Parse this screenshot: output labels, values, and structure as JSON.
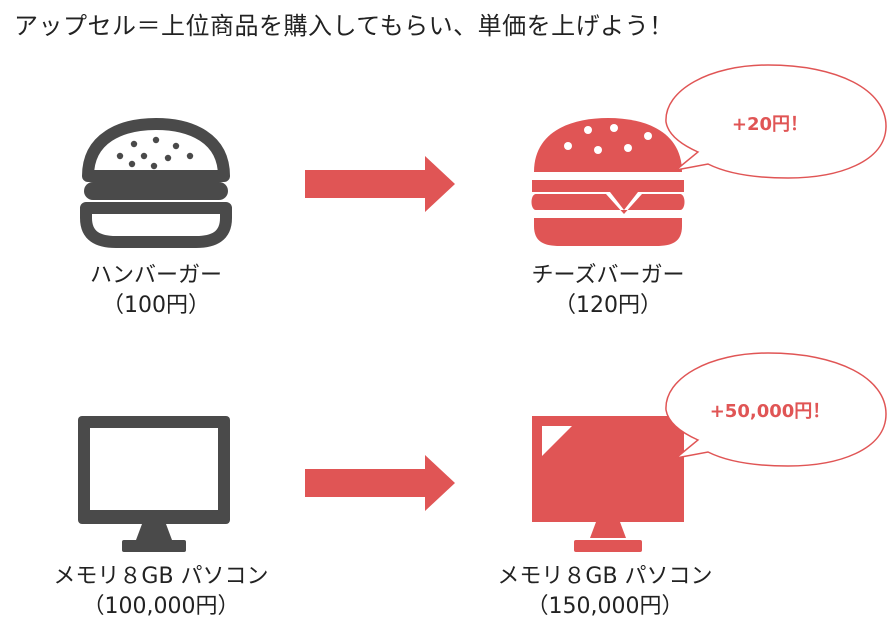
{
  "title": "アップセル＝上位商品を購入してもらい、単価を上げよう！",
  "colors": {
    "accent": "#e05555",
    "dark": "#4a4a4a"
  },
  "rows": [
    {
      "before": {
        "icon": "hamburger-icon",
        "name": "ハンバーガー",
        "price": "（100円）"
      },
      "after": {
        "icon": "cheeseburger-icon",
        "name": "チーズバーガー",
        "price": "（120円）"
      },
      "bubble": "+20円！"
    },
    {
      "before": {
        "icon": "monitor-icon",
        "name": "メモリ８GB パソコン",
        "price": "（100,000円）"
      },
      "after": {
        "icon": "monitor-icon",
        "name": "メモリ８GB パソコン",
        "price": "（150,000円）"
      },
      "bubble": "+50,000円！"
    }
  ]
}
